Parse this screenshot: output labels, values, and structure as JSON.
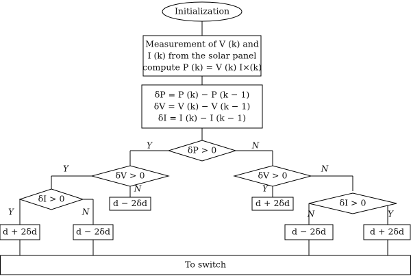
{
  "start": "Initialization",
  "measure": [
    "Measurement of V (k) and",
    "I (k) from the solar panel",
    "compute P (k) = V (k) I×(k)"
  ],
  "deltas": [
    "δP = P (k) − P (k − 1)",
    "δV = V (k) − V (k − 1)",
    "δI = I (k) − I (k − 1)"
  ],
  "decisions": {
    "dp": "δP > 0",
    "dv_left": "δV > 0",
    "dv_right": "δV > 0",
    "di_left": "δI > 0",
    "di_right": "δI > 0"
  },
  "outputs": {
    "dv_left_no": "d − 2δd",
    "dv_right_yes": "d + 2δd",
    "di_left_yes": "d + 2δd",
    "di_left_no": "d − 2δd",
    "di_right_no": "d − 2δd",
    "di_right_yes": "d + 2δd"
  },
  "branch_labels": {
    "yes": "Y",
    "no": "N"
  },
  "end": "To switch"
}
